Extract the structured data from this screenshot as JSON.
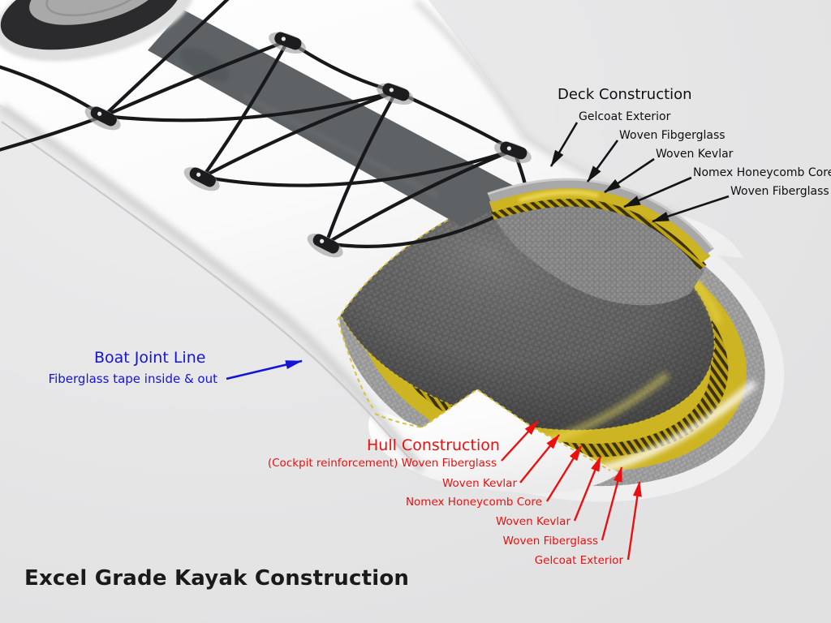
{
  "title": "Excel Grade Kayak Construction",
  "deck_section": {
    "heading": "Deck Construction",
    "labels": [
      "Gelcoat Exterior",
      "Woven Fibgerglass",
      "Woven Kevlar",
      "Nomex Honeycomb Core",
      "Woven Fiberglass"
    ]
  },
  "joint_section": {
    "heading": "Boat Joint Line",
    "note": "Fiberglass tape inside & out"
  },
  "hull_section": {
    "heading": "Hull Construction",
    "labels": [
      "(Cockpit reinforcement) Woven Fiberglass",
      "Woven Kevlar",
      "Nomex Honeycomb Core",
      "Woven Kevlar",
      "Woven Fiberglass",
      "Gelcoat Exterior"
    ]
  },
  "colors": {
    "background": "#e6e6e7",
    "deck_label": "#0f0f0f",
    "joint_label": "#1414d6",
    "hull_label": "#ea1010",
    "kevlar_yellow": "#cdb422",
    "honeycomb_core": "#bfa312",
    "fiberglass_gray": "#a0a0a0",
    "gelcoat_white": "#efefef",
    "kayak_white": "#fbfbfb",
    "deck_stripe_gray": "#5e6265",
    "bungee_black": "#17181a"
  }
}
